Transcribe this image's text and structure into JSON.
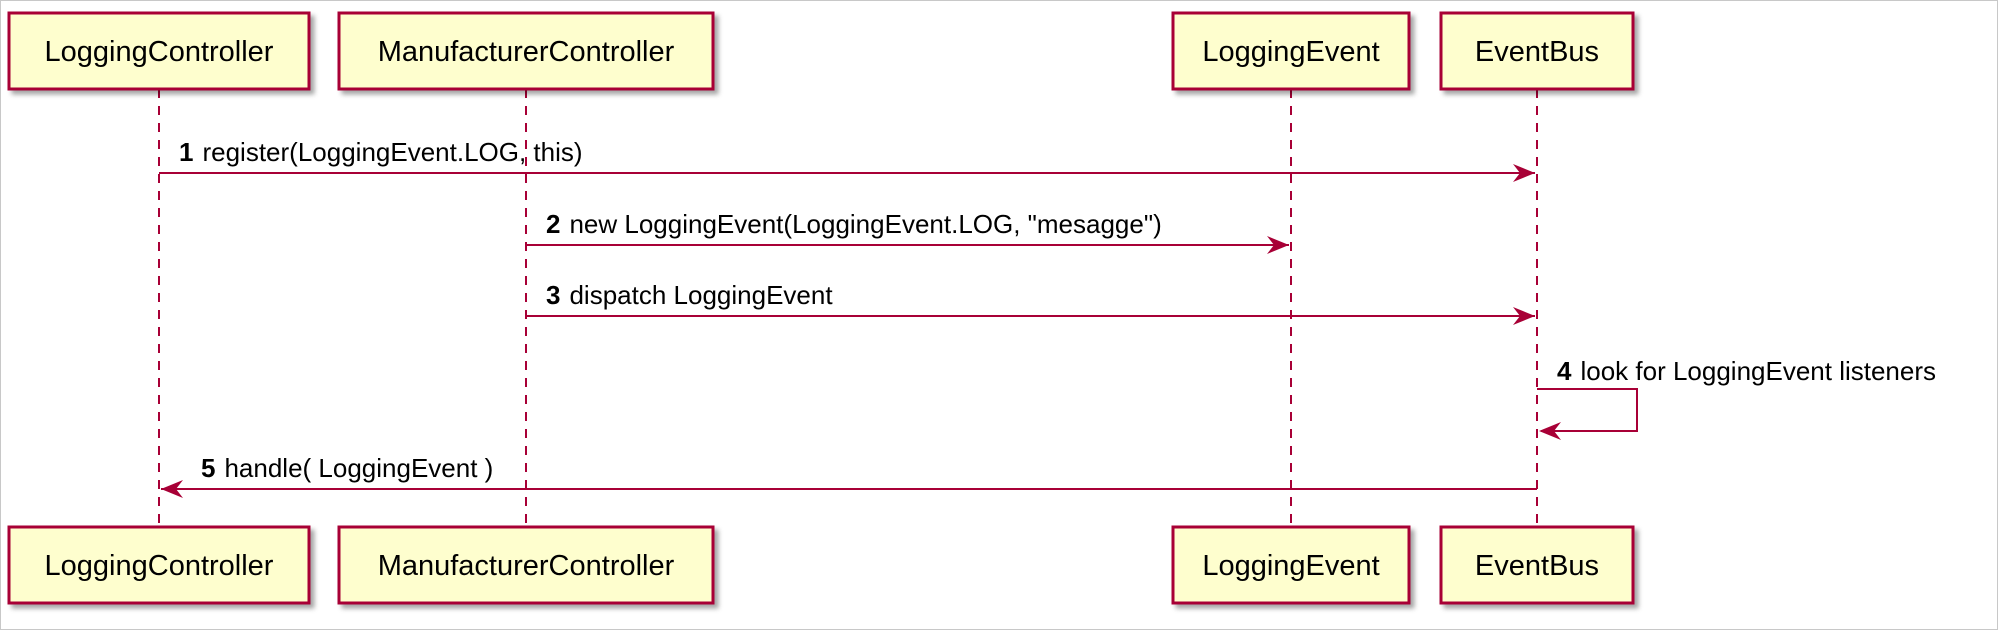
{
  "diagram": {
    "type": "sequence",
    "colors": {
      "participant_fill": "#fefece",
      "participant_border": "#a80036",
      "arrow": "#a80036",
      "lifeline": "#a80036",
      "text": "#000000"
    },
    "participants": [
      {
        "id": "lc",
        "label": "LoggingController"
      },
      {
        "id": "mc",
        "label": "ManufacturerController"
      },
      {
        "id": "le",
        "label": "LoggingEvent"
      },
      {
        "id": "eb",
        "label": "EventBus"
      }
    ],
    "messages": [
      {
        "number": "1",
        "text": "register(LoggingEvent.LOG, this)",
        "from": "lc",
        "to": "eb"
      },
      {
        "number": "2",
        "text": "new LoggingEvent(LoggingEvent.LOG, \"mesagge\")",
        "from": "mc",
        "to": "le"
      },
      {
        "number": "3",
        "text": "dispatch LoggingEvent",
        "from": "mc",
        "to": "eb"
      },
      {
        "number": "4",
        "text": "look for LoggingEvent listeners",
        "from": "eb",
        "to": "eb"
      },
      {
        "number": "5",
        "text": "handle( LoggingEvent )",
        "from": "eb",
        "to": "lc"
      }
    ]
  }
}
